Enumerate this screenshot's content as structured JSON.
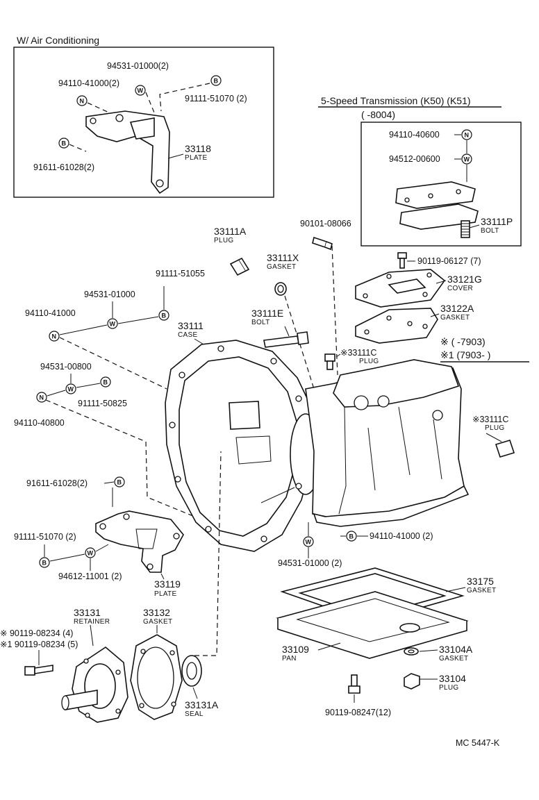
{
  "inset_ac": {
    "title": "W/ Air Conditioning",
    "labels": {
      "n_94110_41000": "94110-41000(2)",
      "w_94531_01000": "94531-01000(2)",
      "b_91111_51070": "91111-51070 (2)",
      "b_91611_61028": "91611-61028(2)",
      "p33118": "33118",
      "p33118_name": "PLATE"
    }
  },
  "inset_5speed": {
    "title": "5-Speed Transmission (K50) (K51)",
    "date_range": "(      -8004)",
    "labels": {
      "n_94110_40600": "94110-40600",
      "w_94512_00600": "94512-00600",
      "p33111P": "33111P",
      "p33111P_name": "BOLT"
    }
  },
  "notes": {
    "line1": "※   (      -7903)",
    "line2": "※1 (7903-       )"
  },
  "labels": {
    "p33111A": "33111A",
    "p33111A_name": "PLUG",
    "p90101": "90101-08066",
    "p33111X": "33111X",
    "p33111X_name": "GASKET",
    "p90119_06127": "90119-06127 (7)",
    "p33121G": "33121G",
    "p33121G_name": "COVER",
    "p33122A": "33122A",
    "p33122A_name": "GASKET",
    "p91111_51055": "91111-51055",
    "p94531_01000": "94531-01000",
    "p94110_41000": "94110-41000",
    "p33111": "33111",
    "p33111_name": "CASE",
    "p33111E": "33111E",
    "p33111E_name": "BOLT",
    "p33111C_top": "※33111C",
    "p33111C_top_name": "PLUG",
    "p33111C_right": "※33111C",
    "p33111C_right_name": "PLUG",
    "p94531_00800": "94531-00800",
    "p91111_50825": "91111-50825",
    "p94110_40800": "94110-40800",
    "p91611_61028": "91611-61028(2)",
    "p91111_51070": "91111-51070 (2)",
    "p94612_11001": "94612-11001 (2)",
    "p33119": "33119",
    "p33119_name": "PLATE",
    "p94110_41000_b": "94110-41000 (2)",
    "p94531_01000_b": "94531-01000 (2)",
    "p33175": "33175",
    "p33175_name": "GASKET",
    "p33109": "33109",
    "p33109_name": "PAN",
    "p33104A": "33104A",
    "p33104A_name": "GASKET",
    "p33104": "33104",
    "p33104_name": "PLUG",
    "p90119_08247": "90119-08247(12)",
    "p33131": "33131",
    "p33131_name": "RETAINER",
    "p33132": "33132",
    "p33132_name": "GASKET",
    "p90119_a": "※  90119-08234 (4)",
    "p90119_b": "※1 90119-08234 (5)",
    "p33131A": "33131A",
    "p33131A_name": "SEAL"
  },
  "markers": {
    "n": "N",
    "w": "W",
    "b": "B"
  },
  "code": "MC 5447-K"
}
